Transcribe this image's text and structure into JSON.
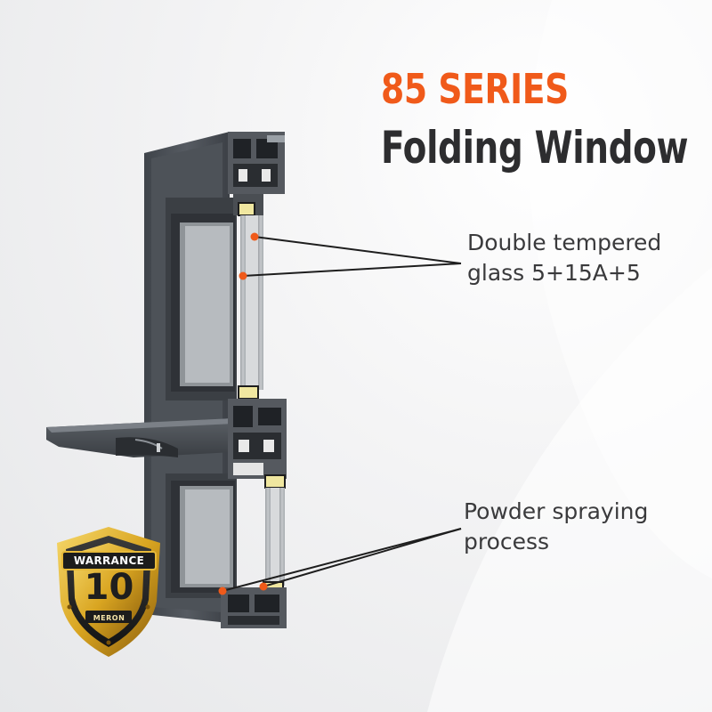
{
  "heading": {
    "series": "85 SERIES",
    "product": "Folding Window"
  },
  "callouts": {
    "glass": {
      "line1": "Double tempered",
      "line2": "glass 5+15A+5"
    },
    "powder": {
      "line1": "Powder spraying",
      "line2": "process"
    }
  },
  "badge": {
    "label": "WARRANCE",
    "number": "10",
    "brand": "MERON"
  },
  "colors": {
    "accent": "#f05a1a",
    "text_dark": "#2d2d2f",
    "frame": "#4a4f55",
    "gold": "#d9a521"
  }
}
